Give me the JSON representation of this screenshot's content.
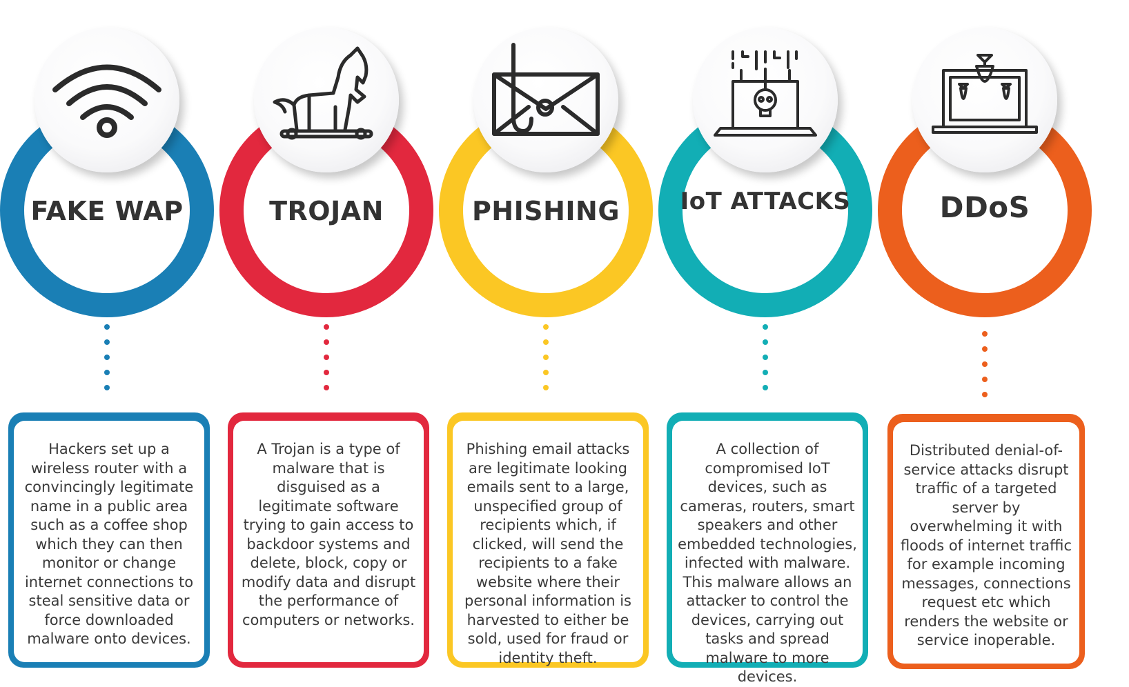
{
  "items": [
    {
      "title": "FAKE WAP",
      "icon": "wifi-icon",
      "color": "#1a7fb5",
      "description": "Hackers set up a wireless router with a convincingly legitimate name in a public area such as a coffee shop which they can then monitor or change internet connections to steal sensitive data or force downloaded malware onto devices."
    },
    {
      "title": "TROJAN",
      "icon": "trojan-horse-icon",
      "color": "#e2283e",
      "description": "A Trojan is a type of malware that is disguised as a legitimate software trying to gain access to backdoor systems and delete, block, copy or modify data and disrupt the performance of computers or networks."
    },
    {
      "title": "PHISHING",
      "icon": "phishing-hook-envelope-icon",
      "color": "#fbc724",
      "description": "Phishing email attacks are legitimate looking emails sent to a large, unspecified group of recipients which, if clicked, will send the recipients to a fake website where their personal information is harvested to either be sold, used for fraud or identity theft."
    },
    {
      "title": "IoT ATTACKS",
      "icon": "laptop-skull-icon",
      "color": "#12aeb5",
      "description": "A collection of compromised IoT devices, such as cameras, routers, smart speakers and other embedded technologies, infected with malware. This malware allows an attacker to control the devices, carrying out tasks and spread malware to more devices."
    },
    {
      "title": "DDoS",
      "icon": "laptop-bombs-icon",
      "color": "#ec5f1d",
      "description": "Distributed denial-of-service attacks disrupt traffic of a targeted server by overwhelming it with floods of internet traffic for example incoming messages, connections request etc which renders the website or service inoperable."
    }
  ]
}
